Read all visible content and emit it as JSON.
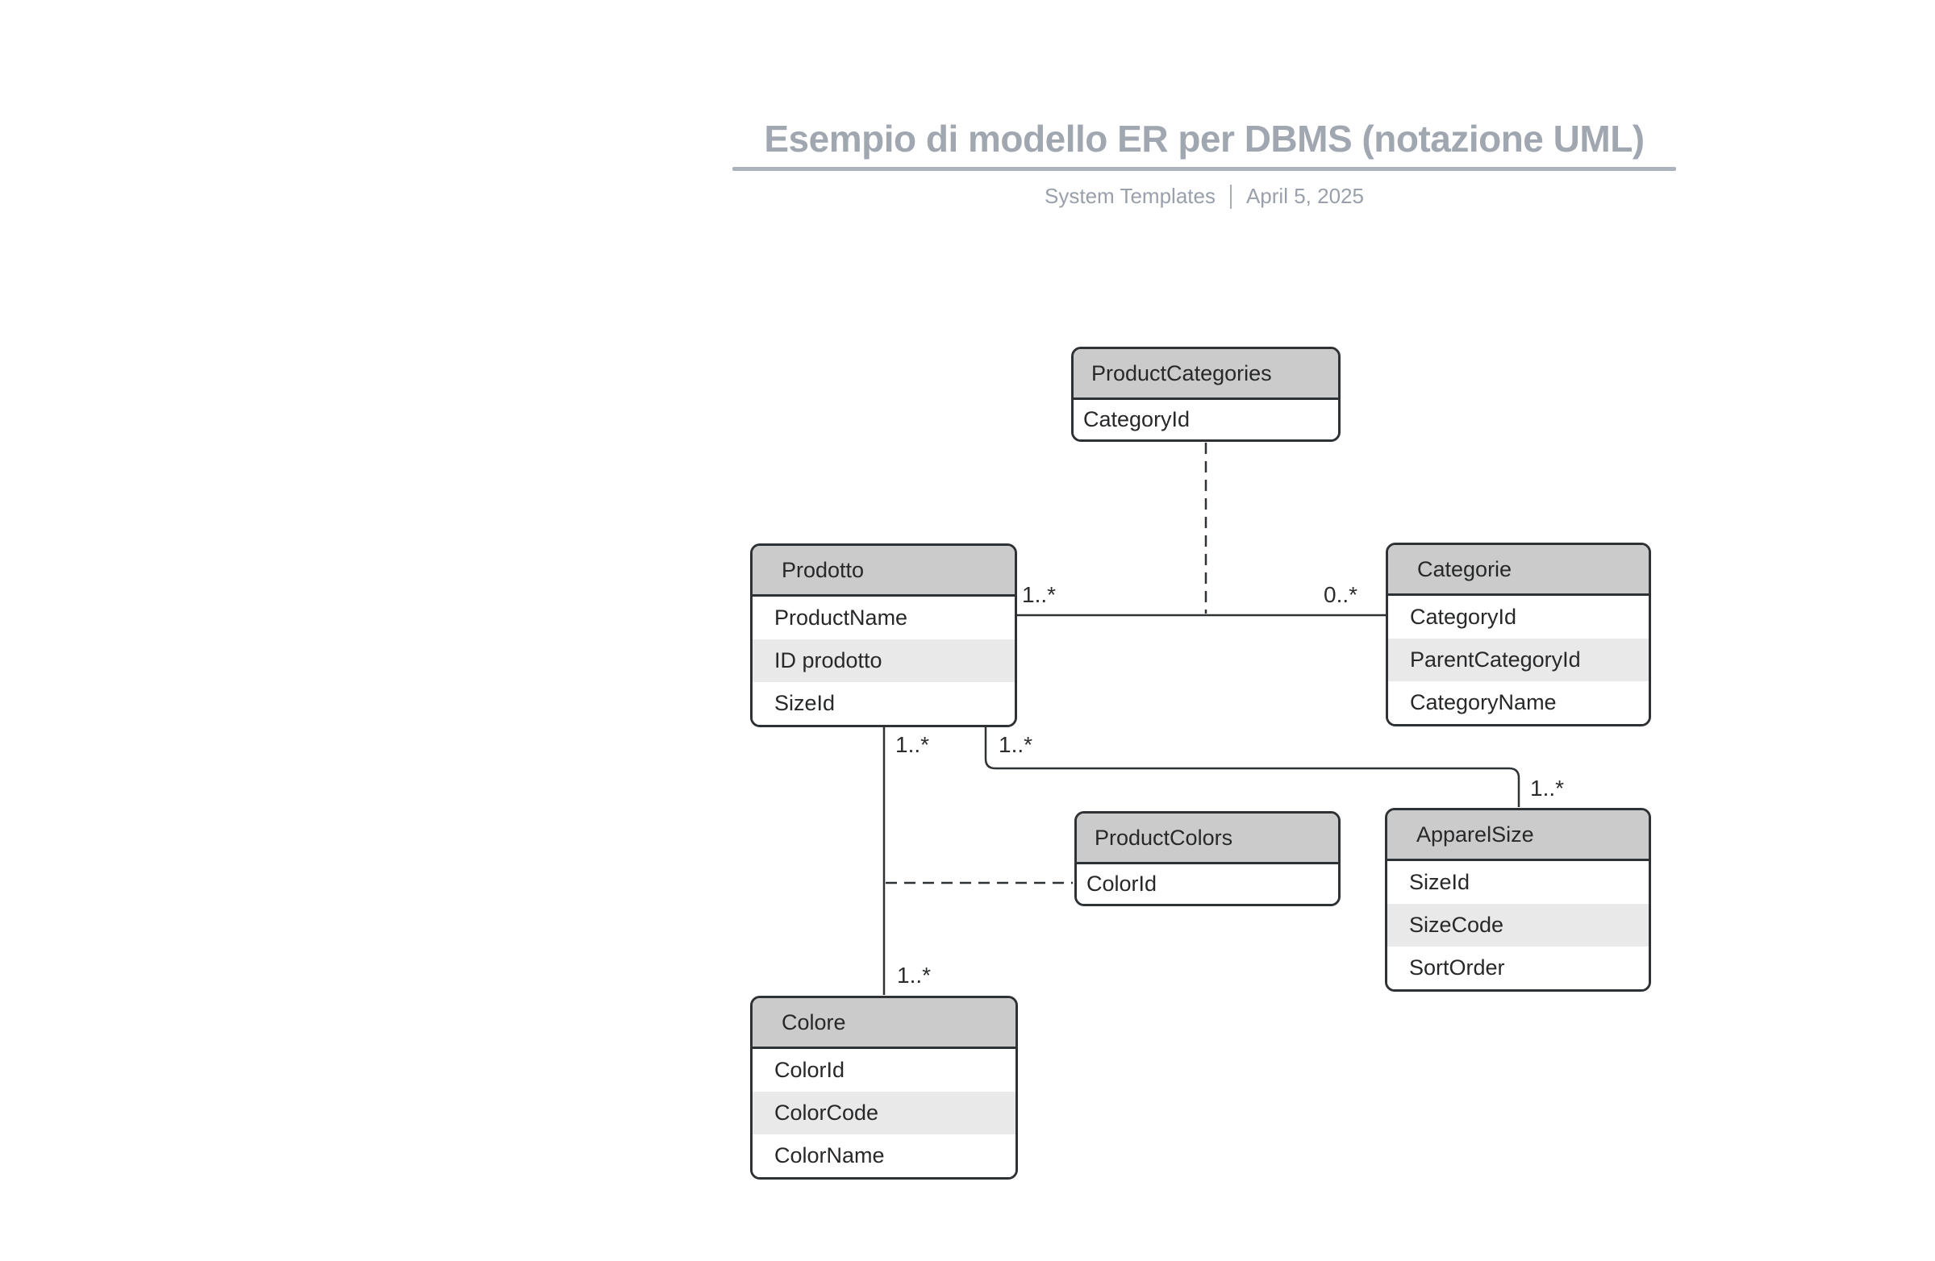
{
  "header": {
    "title": "Esempio di modello ER per DBMS (notazione UML)",
    "source": "System Templates",
    "date": "April 5, 2025"
  },
  "diagram": {
    "notation": "UML",
    "entities": [
      {
        "id": "product-categories",
        "name": "ProductCategories",
        "kind": "association-class",
        "fields": [
          {
            "name": "CategoryId",
            "shaded": false
          }
        ]
      },
      {
        "id": "prodotto",
        "name": "Prodotto",
        "kind": "entity",
        "fields": [
          {
            "name": "ProductName",
            "shaded": false
          },
          {
            "name": "ID prodotto",
            "shaded": true
          },
          {
            "name": "SizeId",
            "shaded": false
          }
        ]
      },
      {
        "id": "categorie",
        "name": "Categorie",
        "kind": "entity",
        "fields": [
          {
            "name": "CategoryId",
            "shaded": false
          },
          {
            "name": "ParentCategoryId",
            "shaded": true
          },
          {
            "name": "CategoryName",
            "shaded": false
          }
        ]
      },
      {
        "id": "product-colors",
        "name": "ProductColors",
        "kind": "association-class",
        "fields": [
          {
            "name": "ColorId",
            "shaded": false
          }
        ]
      },
      {
        "id": "apparel-size",
        "name": "ApparelSize",
        "kind": "entity",
        "fields": [
          {
            "name": "SizeId",
            "shaded": false
          },
          {
            "name": "SizeCode",
            "shaded": true
          },
          {
            "name": "SortOrder",
            "shaded": false
          }
        ]
      },
      {
        "id": "colore",
        "name": "Colore",
        "kind": "entity",
        "fields": [
          {
            "name": "ColorId",
            "shaded": false
          },
          {
            "name": "ColorCode",
            "shaded": true
          },
          {
            "name": "ColorName",
            "shaded": false
          }
        ]
      }
    ],
    "relationships": [
      {
        "from": "Prodotto",
        "to": "Categorie",
        "from_multiplicity": "1..*",
        "to_multiplicity": "0..*",
        "association_class": "ProductCategories",
        "line": "solid",
        "assoc_link": "dashed"
      },
      {
        "from": "Prodotto",
        "to": "Colore",
        "from_multiplicity": "1..*",
        "to_multiplicity": "1..*",
        "association_class": "ProductColors",
        "line": "solid",
        "assoc_link": "dashed"
      },
      {
        "from": "Prodotto",
        "to": "ApparelSize",
        "from_multiplicity": "1..*",
        "to_multiplicity": "1..*",
        "association_class": null,
        "line": "solid-elbow"
      }
    ],
    "colors": {
      "header_fill": "#cbcbcb",
      "row_fill": "#ffffff",
      "row_alt_fill": "#e9e9e9",
      "border": "#2f3235",
      "title_gray": "#a1a7b0",
      "meta_gray": "#99a0ab"
    }
  }
}
